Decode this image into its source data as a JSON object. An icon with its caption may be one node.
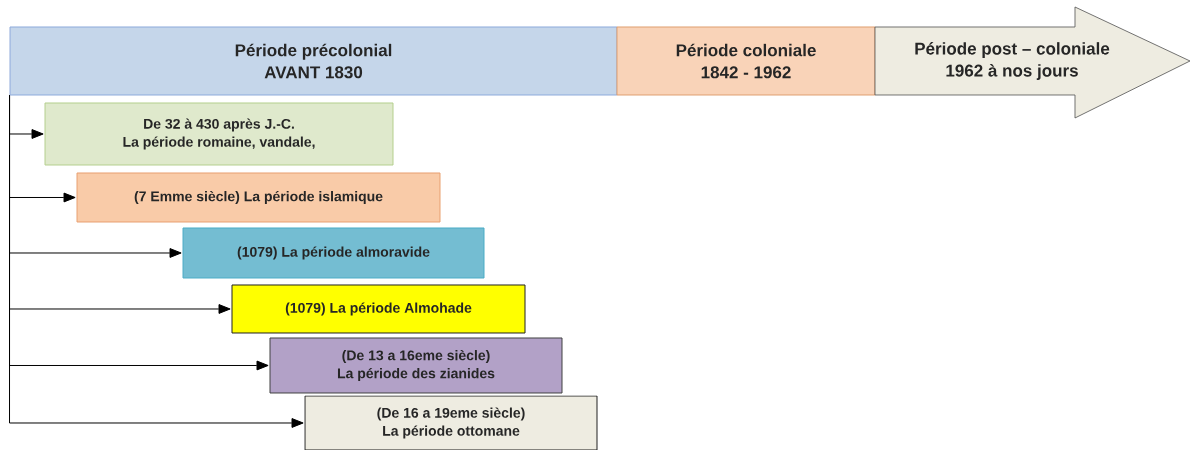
{
  "diagram": {
    "nodes": [
      {
        "text": [
          "Période précolonial",
          "AVANT 1830"
        ]
      },
      {
        "text": [
          "Période coloniale",
          "1842 - 1962"
        ]
      },
      {
        "text": [
          "Période post – coloniale",
          "1962 à nos jours"
        ]
      },
      {
        "text": [
          "De 32 à 430 après J.-C.",
          "La période romaine, vandale,"
        ]
      },
      {
        "text": [
          "(7 Emme siècle)  La période islamique"
        ]
      },
      {
        "text": [
          "(1079) La période almoravide"
        ]
      },
      {
        "text": [
          "(1079) La période Almohade"
        ]
      },
      {
        "text": [
          "(De 13 a 16eme siècle)",
          "La période des zianides"
        ]
      },
      {
        "text": [
          "(De 16 a 19eme siècle)",
          "La période ottomane"
        ]
      }
    ],
    "edges": [
      {
        "from": 0,
        "to": 3,
        "arrow": "to"
      },
      {
        "from": 0,
        "to": 4,
        "arrow": "to"
      },
      {
        "from": 0,
        "to": 5,
        "arrow": "to"
      },
      {
        "from": 0,
        "to": 6,
        "arrow": "to"
      },
      {
        "from": 0,
        "to": 7,
        "arrow": "to"
      },
      {
        "from": 0,
        "to": 8,
        "arrow": "to"
      }
    ]
  }
}
